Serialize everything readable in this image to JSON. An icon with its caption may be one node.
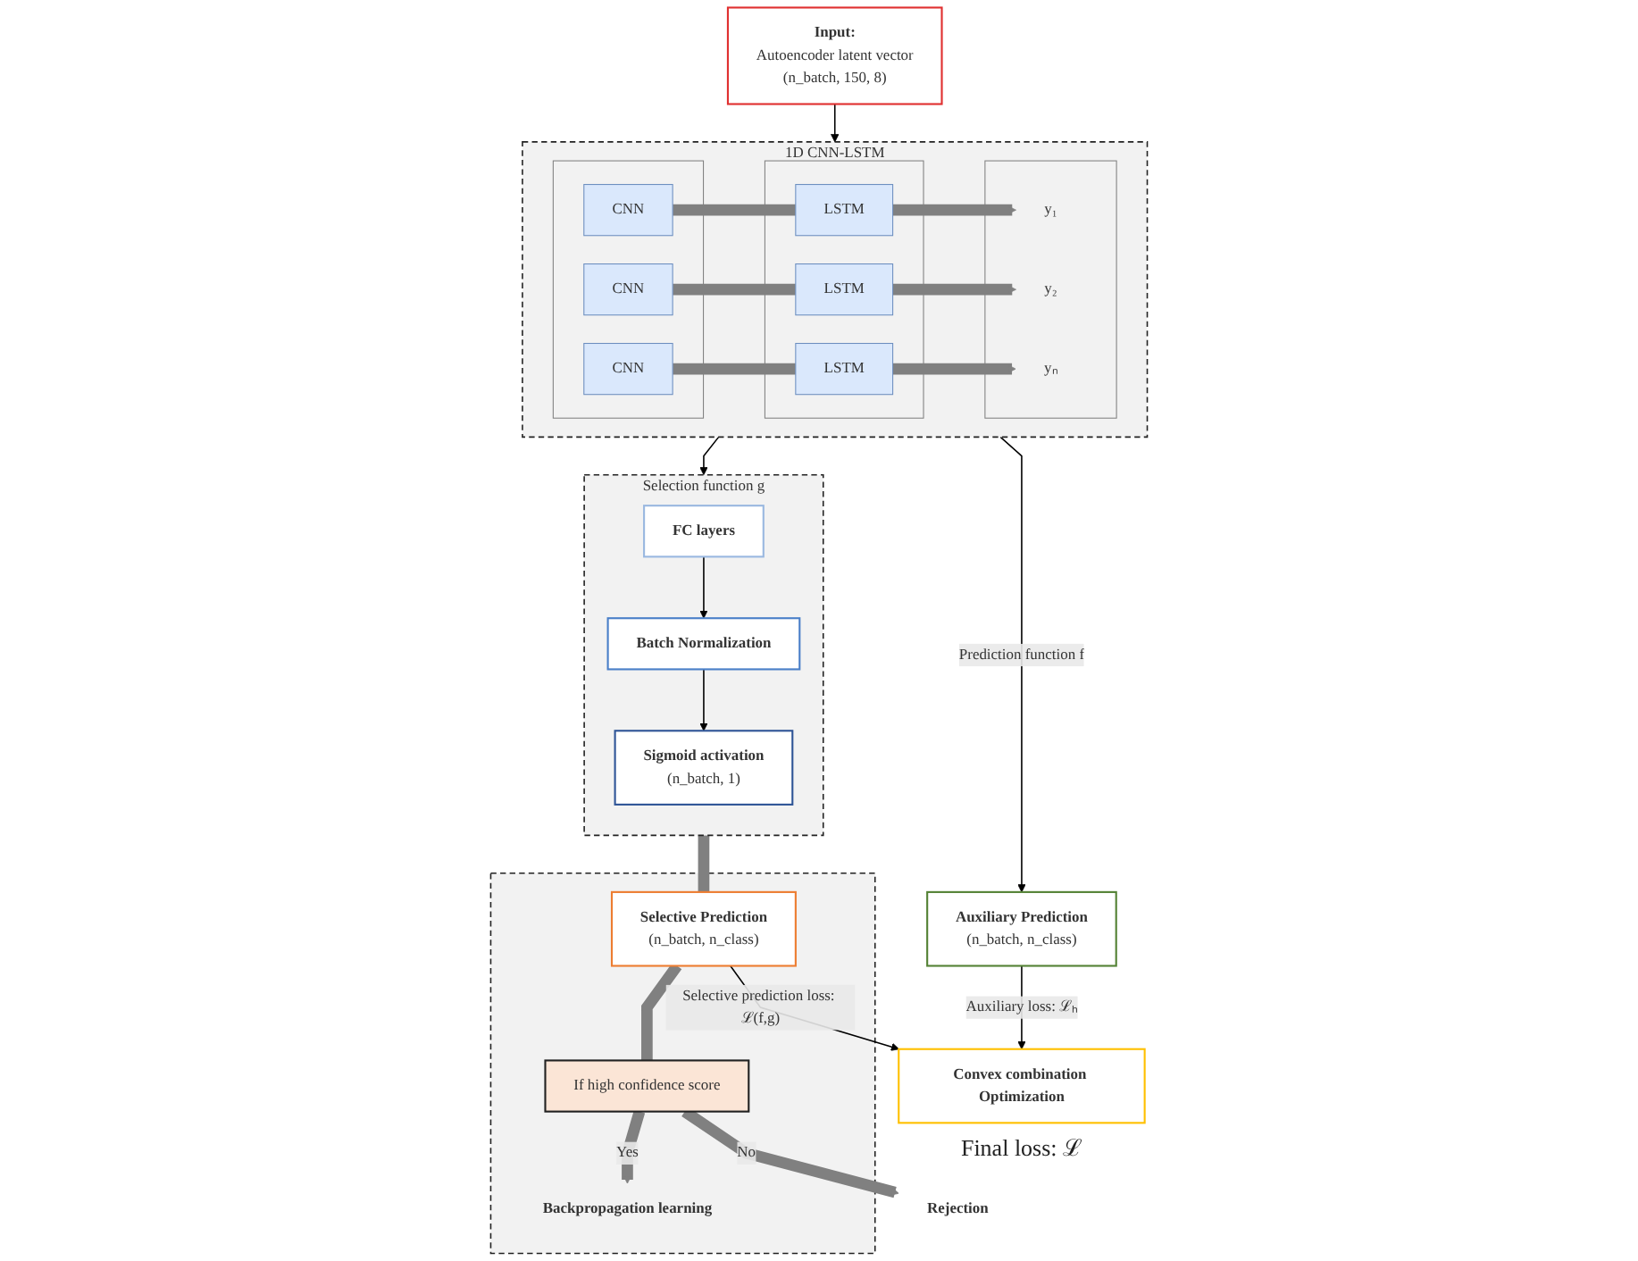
{
  "diagram": {
    "nodes": [
      {
        "text": [
          "Input:",
          "Autoencoder latent vector",
          "(n_batch, 150, 8)"
        ]
      },
      {
        "text": [
          "1D CNN-LSTM"
        ]
      },
      {
        "text": [],
        "shape": "box",
        "in": 1
      },
      {
        "text": [
          "CNN"
        ],
        "in": 2
      },
      {
        "text": [
          "CNN"
        ],
        "in": 2
      },
      {
        "text": [
          "CNN"
        ],
        "in": 2
      },
      {
        "text": [],
        "shape": "box",
        "in": 1
      },
      {
        "text": [
          "LSTM"
        ],
        "in": 6
      },
      {
        "text": [
          "LSTM"
        ],
        "in": 6
      },
      {
        "text": [
          "LSTM"
        ],
        "in": 6
      },
      {
        "text": [],
        "shape": "box",
        "in": 1
      },
      {
        "text": [
          "y₁"
        ],
        "in": 10
      },
      {
        "text": [
          "y₂"
        ],
        "in": 10
      },
      {
        "text": [
          "yₙ"
        ],
        "in": 10
      },
      {
        "text": [
          "Selection function g"
        ]
      },
      {
        "text": [
          "FC layers"
        ],
        "in": 14
      },
      {
        "text": [
          "Batch Normalization"
        ],
        "in": 14
      },
      {
        "text": [
          "Sigmoid activation",
          "(n_batch, 1)"
        ],
        "in": 14
      },
      {
        "text": [],
        "shape": "box"
      },
      {
        "text": [
          "Selective Prediction",
          "(n_batch, n_class)"
        ],
        "in": 18
      },
      {
        "text": [
          "If high confidence score"
        ],
        "in": 18
      },
      {
        "text": [
          "Backpropagation learning"
        ],
        "in": 18
      },
      {
        "text": [
          "Rejection"
        ]
      },
      {
        "text": [
          "Auxiliary Prediction",
          "(n_batch, n_class)"
        ]
      },
      {
        "text": [
          "Convex combination Optimization"
        ],
        "beside": [
          "Final loss: ℒ"
        ]
      }
    ],
    "edges": [
      {
        "from": 0,
        "to": 1,
        "arrow": "to",
        "color": "#000000"
      },
      {
        "from": 3,
        "to": 7,
        "arrow": "none"
      },
      {
        "from": 4,
        "to": 8,
        "arrow": "none"
      },
      {
        "from": 5,
        "to": 9,
        "arrow": "none"
      },
      {
        "from": 7,
        "to": 11,
        "arrow": "to"
      },
      {
        "from": 8,
        "to": 12,
        "arrow": "to"
      },
      {
        "from": 9,
        "to": 13,
        "arrow": "to"
      },
      {
        "from": 1,
        "to": 14,
        "arrow": "to",
        "color": "#000000"
      },
      {
        "from": 15,
        "to": 16,
        "arrow": "to",
        "color": "#000000"
      },
      {
        "from": 16,
        "to": 17,
        "arrow": "to",
        "color": "#000000"
      },
      {
        "from": 1,
        "to": 23,
        "arrow": "to",
        "label": "Prediction function f",
        "color": "#000000"
      },
      {
        "from": 14,
        "to": 19,
        "arrow": "none"
      },
      {
        "from": 19,
        "to": 20,
        "arrow": "none"
      },
      {
        "from": 20,
        "to": 22,
        "arrow": "to",
        "label": "No"
      },
      {
        "from": 20,
        "to": 21,
        "arrow": "to",
        "label": "Yes"
      },
      {
        "from": 23,
        "to": 24,
        "arrow": "to",
        "label": "Auxiliary loss: ℒₕ",
        "color": "#000000"
      },
      {
        "from": 19,
        "to": 24,
        "arrow": "to",
        "label": "Selective prediction loss: ℒ(f,g)",
        "color": "#000000"
      }
    ]
  }
}
